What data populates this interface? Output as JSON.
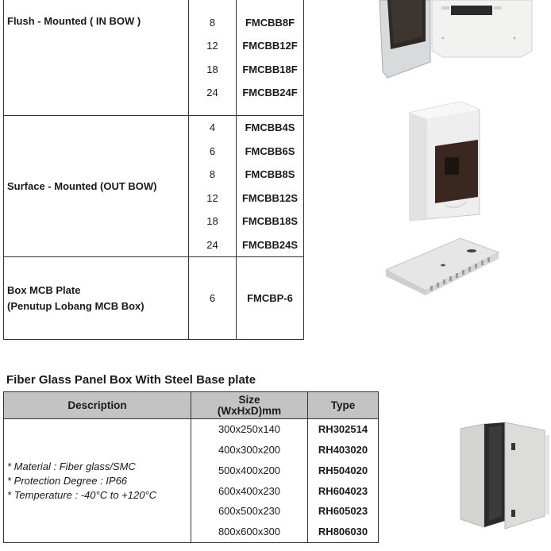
{
  "mcb_box_table": {
    "groups": [
      {
        "description": "Flush - Mounted ( IN BOW )",
        "rows": [
          {
            "ways": "8",
            "code": "FMCBB8F"
          },
          {
            "ways": "12",
            "code": "FMCBB12F"
          },
          {
            "ways": "18",
            "code": "FMCBB18F"
          },
          {
            "ways": "24",
            "code": "FMCBB24F"
          }
        ],
        "image": "flush-mounted-mcb-box-open-image"
      },
      {
        "description": "Surface - Mounted (OUT BOW)",
        "rows": [
          {
            "ways": "4",
            "code": "FMCBB4S"
          },
          {
            "ways": "6",
            "code": "FMCBB6S"
          },
          {
            "ways": "8",
            "code": "FMCBB8S"
          },
          {
            "ways": "12",
            "code": "FMCBB12S"
          },
          {
            "ways": "18",
            "code": "FMCBB18S"
          },
          {
            "ways": "24",
            "code": "FMCBB24S"
          }
        ],
        "image": "surface-mounted-mcb-box-image"
      },
      {
        "description_line1": "Box MCB Plate",
        "description_line2": "(Penutup Lobang MCB Box)",
        "rows": [
          {
            "ways": "6",
            "code": "FMCBP-6"
          }
        ],
        "image": "mcb-blanking-plate-image"
      }
    ]
  },
  "fiber_glass_section": {
    "title": "Fiber Glass Panel Box With Steel Base plate",
    "headers": {
      "description": "Description",
      "size_line1": "Size",
      "size_line2": "(WxHxD)mm",
      "type": "Type"
    },
    "specs": [
      "* Material : Fiber glass/SMC",
      "* Protection Degree : IP66",
      "* Temperature : -40°C to +120°C"
    ],
    "rows": [
      {
        "size": "300x250x140",
        "type": "RH302514"
      },
      {
        "size": "400x300x200",
        "type": "RH403020"
      },
      {
        "size": "500x400x200",
        "type": "RH504020"
      },
      {
        "size": "600x400x230",
        "type": "RH604023"
      },
      {
        "size": "600x500x230",
        "type": "RH605023"
      },
      {
        "size": "800x600x300",
        "type": "RH806030"
      }
    ],
    "image": "fiber-glass-panel-box-image"
  },
  "colors": {
    "border": "#333333",
    "header_fill": "#c3c3c3",
    "text": "#1a1a1a"
  }
}
